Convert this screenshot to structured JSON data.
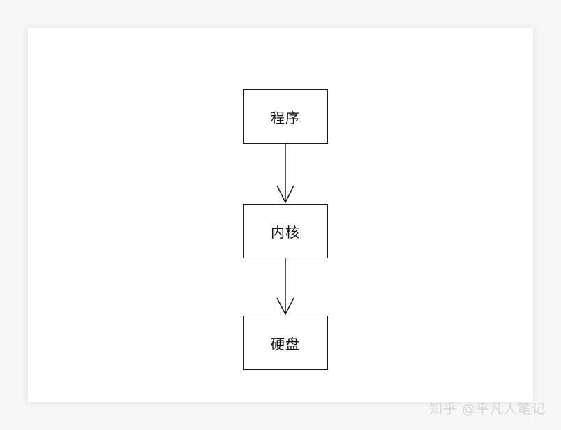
{
  "diagram": {
    "nodes": [
      {
        "id": "program",
        "label": "程序"
      },
      {
        "id": "kernel",
        "label": "内核"
      },
      {
        "id": "disk",
        "label": "硬盘"
      }
    ],
    "edges": [
      {
        "from": "program",
        "to": "kernel"
      },
      {
        "from": "kernel",
        "to": "disk"
      }
    ],
    "line_color": "#1a1a1a"
  },
  "watermark": {
    "text": "知乎 @平凡人笔记"
  }
}
